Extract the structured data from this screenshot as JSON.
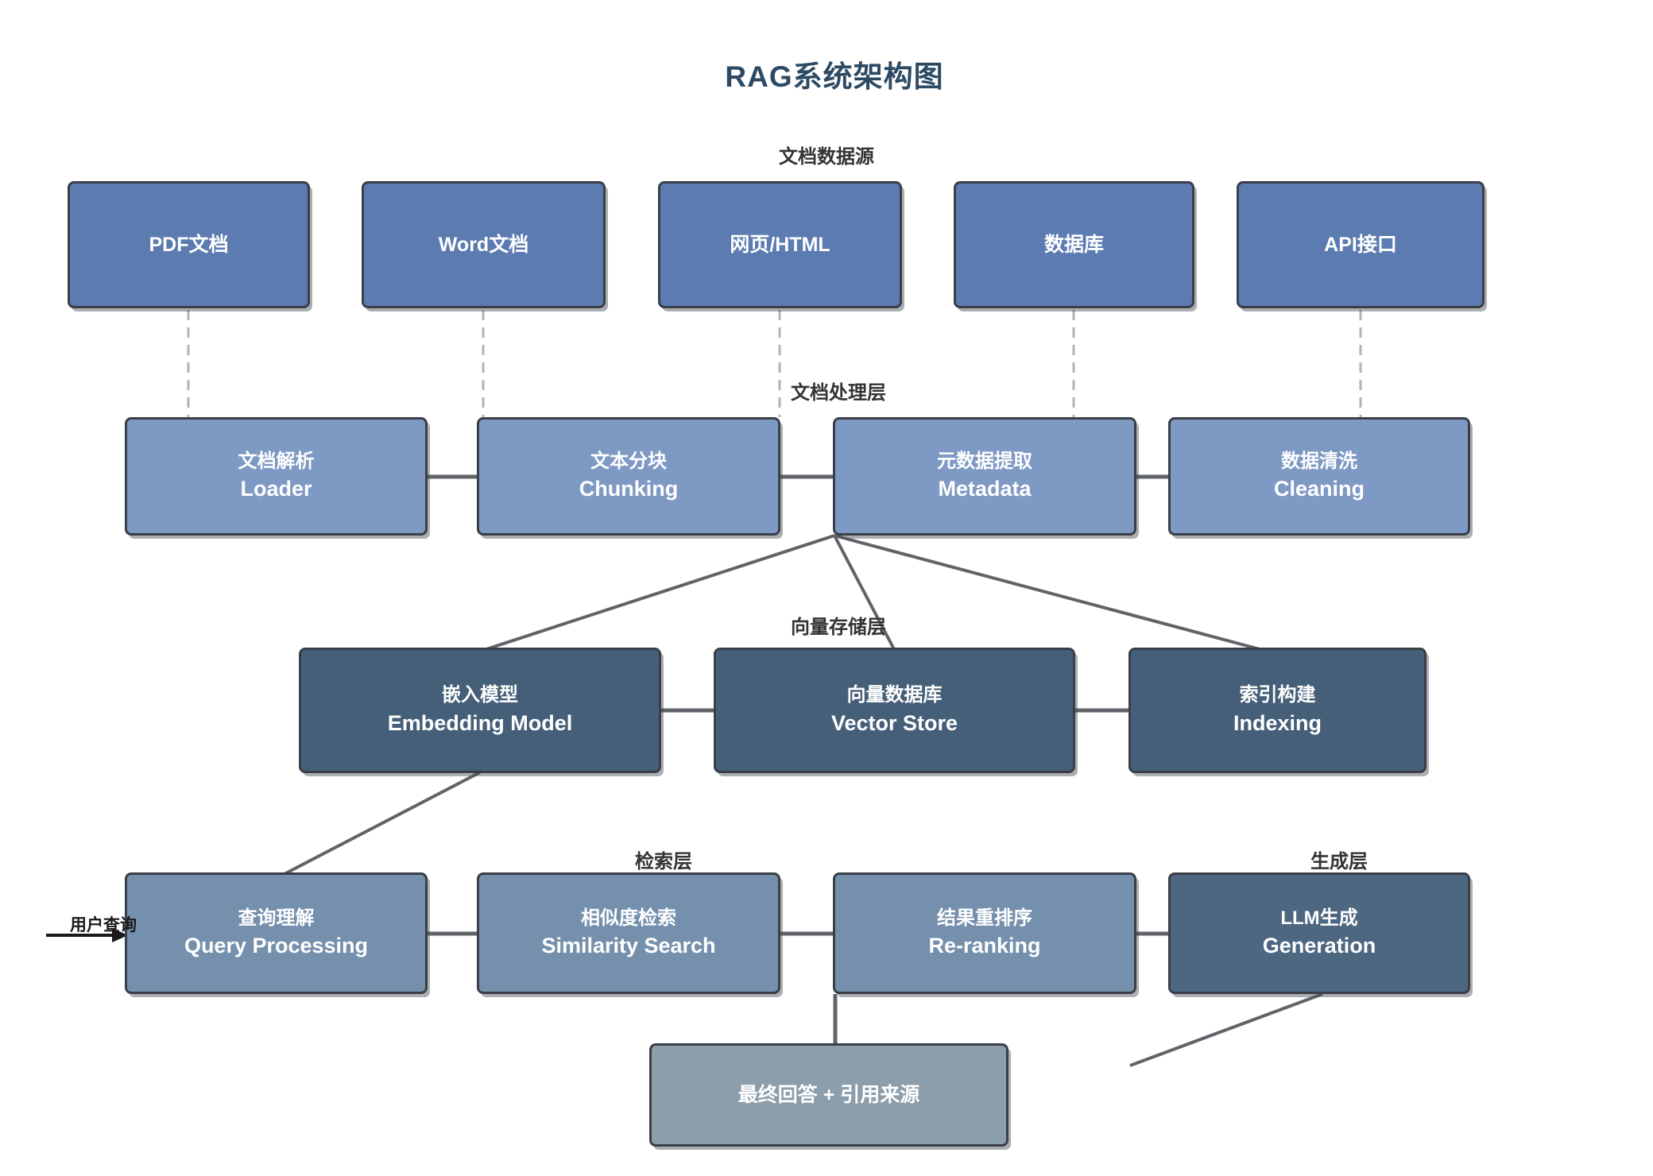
{
  "title": "RAG系统架构图",
  "sections": {
    "sources": {
      "label": "文档数据源"
    },
    "processing": {
      "label": "文档处理层"
    },
    "vector": {
      "label": "向量存储层"
    },
    "retrieval": {
      "label": "检索层"
    },
    "generation": {
      "label": "生成层"
    }
  },
  "nodes": {
    "sources": [
      {
        "label": "PDF文档"
      },
      {
        "label": "Word文档"
      },
      {
        "label": "网页/HTML"
      },
      {
        "label": "数据库"
      },
      {
        "label": "API接口"
      }
    ],
    "processing": [
      {
        "zh": "文档解析",
        "en": "Loader"
      },
      {
        "zh": "文本分块",
        "en": "Chunking"
      },
      {
        "zh": "元数据提取",
        "en": "Metadata"
      },
      {
        "zh": "数据清洗",
        "en": "Cleaning"
      }
    ],
    "vector": [
      {
        "zh": "嵌入模型",
        "en": "Embedding Model"
      },
      {
        "zh": "向量数据库",
        "en": "Vector Store"
      },
      {
        "zh": "索引构建",
        "en": "Indexing"
      }
    ],
    "retrieval": [
      {
        "zh": "查询理解",
        "en": "Query Processing"
      },
      {
        "zh": "相似度检索",
        "en": "Similarity Search"
      },
      {
        "zh": "结果重排序",
        "en": "Re-ranking"
      }
    ],
    "generation": {
      "zh": "LLM生成",
      "en": "Generation"
    },
    "output": {
      "label": "最终回答 + 引用来源"
    }
  },
  "annotations": {
    "user_query": "用户查询"
  },
  "colors": {
    "c_title": "#2c4a63",
    "c_label": "#333333",
    "c_src": "#5b7bb1",
    "c_proc": "#7e99c4",
    "c_vec": "#455f79",
    "c_ret": "#7590ac",
    "c_gen": "#4d6781",
    "c_out": "#8c9dab",
    "c_border": "#3a3f47",
    "c_line": "#606468",
    "c_dash": "#b3b3b3",
    "c_arrow": "#1a1a1a",
    "c_text": "#ffffff"
  }
}
